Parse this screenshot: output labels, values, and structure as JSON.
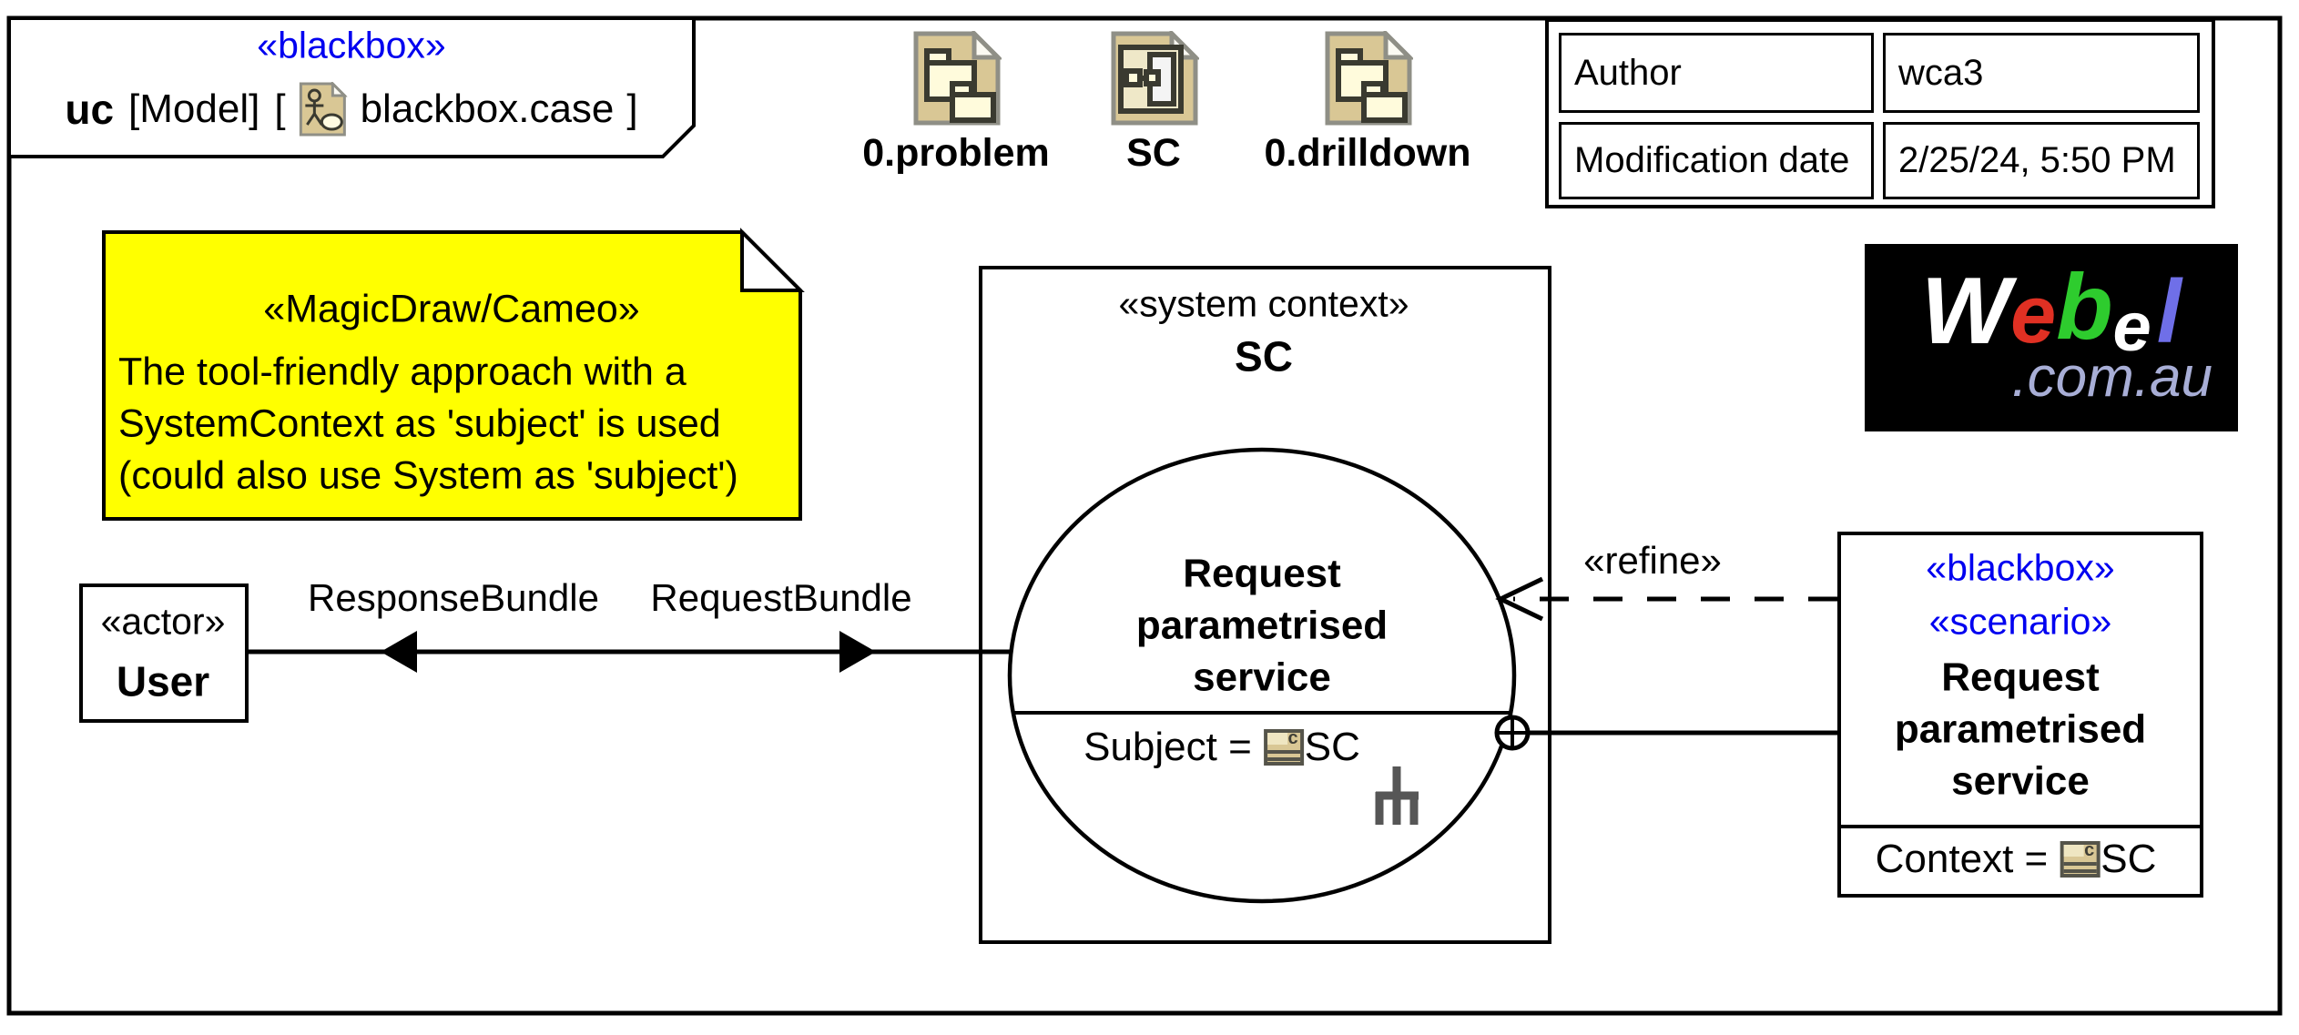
{
  "colors": {
    "stereotype_blue": "#0000f0",
    "note_yellow": "#ffff00",
    "icon_tan": "#d9c795",
    "icon_inner_pale": "#fffbdc",
    "icon_border_gray": "#8f8f86",
    "shape_border": "#000000",
    "rake_gray": "#565656",
    "logo_red": "#e03023",
    "logo_green": "#2ecc2e",
    "logo_blue": "#6f6fe8",
    "logo_lavender": "#a8aed6"
  },
  "frame_header": {
    "stereotype": "«blackbox»",
    "keyword": "uc",
    "model": "[Model]",
    "open_bracket": "[",
    "diagram_name": "blackbox.case",
    "close_bracket": "]"
  },
  "diagram_links": [
    {
      "label": "0.problem"
    },
    {
      "label": "SC"
    },
    {
      "label": "0.drilldown"
    }
  ],
  "info_table": {
    "rows": [
      {
        "label": "Author",
        "value": "wca3"
      },
      {
        "label": "Modification date",
        "value": "2/25/24, 5:50 PM"
      }
    ]
  },
  "note": {
    "stereotype": "«MagicDraw/Cameo»",
    "lines": [
      "The tool-friendly approach with a",
      "SystemContext as 'subject' is used",
      "(could also use System as 'subject')"
    ]
  },
  "logo": {
    "letters": [
      {
        "ch": "W"
      },
      {
        "ch": "e"
      },
      {
        "ch": "b"
      },
      {
        "ch": "e"
      },
      {
        "ch": "l"
      }
    ],
    "domain": ".com.au"
  },
  "actor": {
    "stereotype": "«actor»",
    "name": "User"
  },
  "association": {
    "response_label": "ResponseBundle",
    "request_label": "RequestBundle"
  },
  "system_context": {
    "stereotype": "«system context»",
    "name": "SC"
  },
  "use_case": {
    "name_line1": "Request",
    "name_line2": "parametrised",
    "name_line3": "service",
    "subject_label": "Subject =",
    "subject_value": "SC"
  },
  "refine": {
    "label": "«refine»"
  },
  "scenario": {
    "stereotype1": "«blackbox»",
    "stereotype2": "«scenario»",
    "name_line1": "Request",
    "name_line2": "parametrised",
    "name_line3": "service",
    "context_label": "Context =",
    "context_value": "SC"
  }
}
